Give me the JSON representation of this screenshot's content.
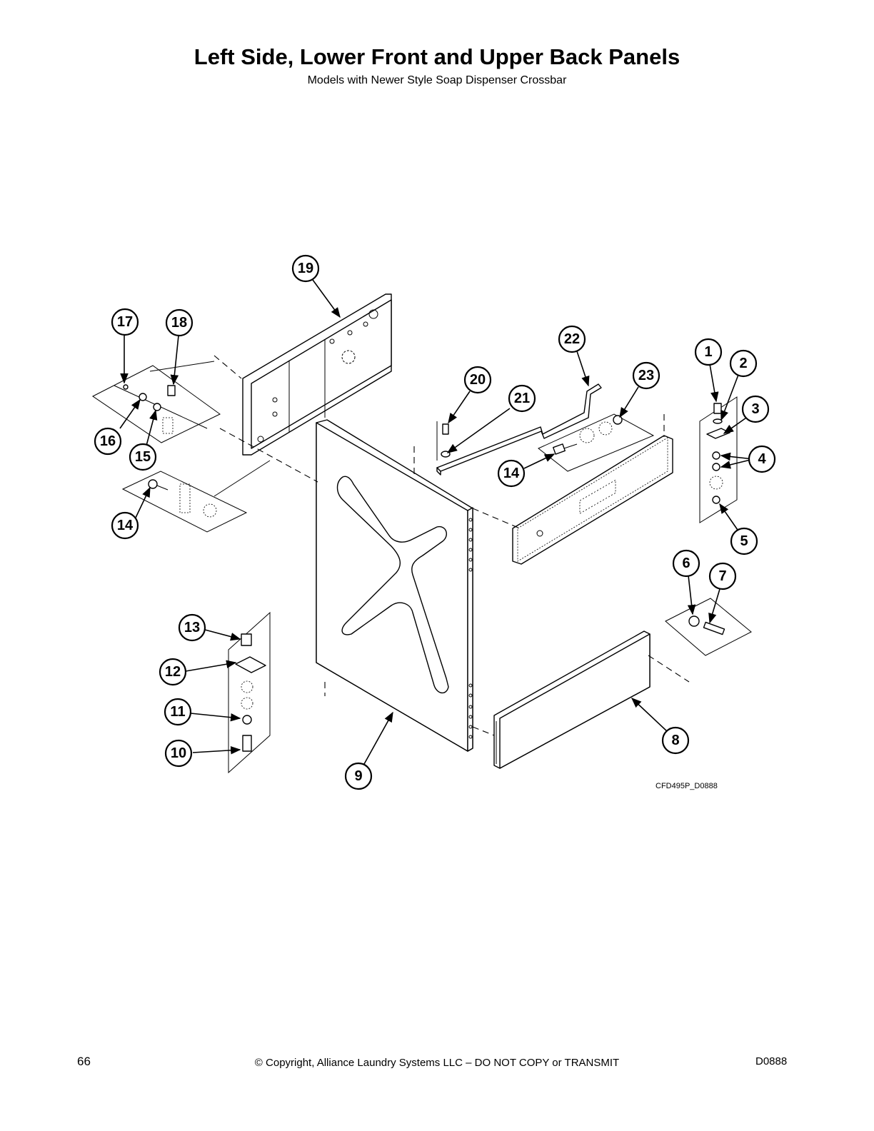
{
  "header": {
    "title": "Left Side, Lower Front and Upper Back Panels",
    "subtitle": "Models with Newer Style Soap Dispenser Crossbar"
  },
  "diagram": {
    "figure_code": "CFD495P_D0888",
    "callouts": [
      "1",
      "2",
      "3",
      "4",
      "5",
      "6",
      "7",
      "8",
      "9",
      "10",
      "11",
      "12",
      "13",
      "14",
      "15",
      "16",
      "17",
      "18",
      "19",
      "20",
      "21",
      "22",
      "23"
    ]
  },
  "footer": {
    "page_number": "66",
    "copyright": "© Copyright, Alliance Laundry Systems LLC – DO NOT COPY or TRANSMIT",
    "doc_code": "D0888"
  }
}
